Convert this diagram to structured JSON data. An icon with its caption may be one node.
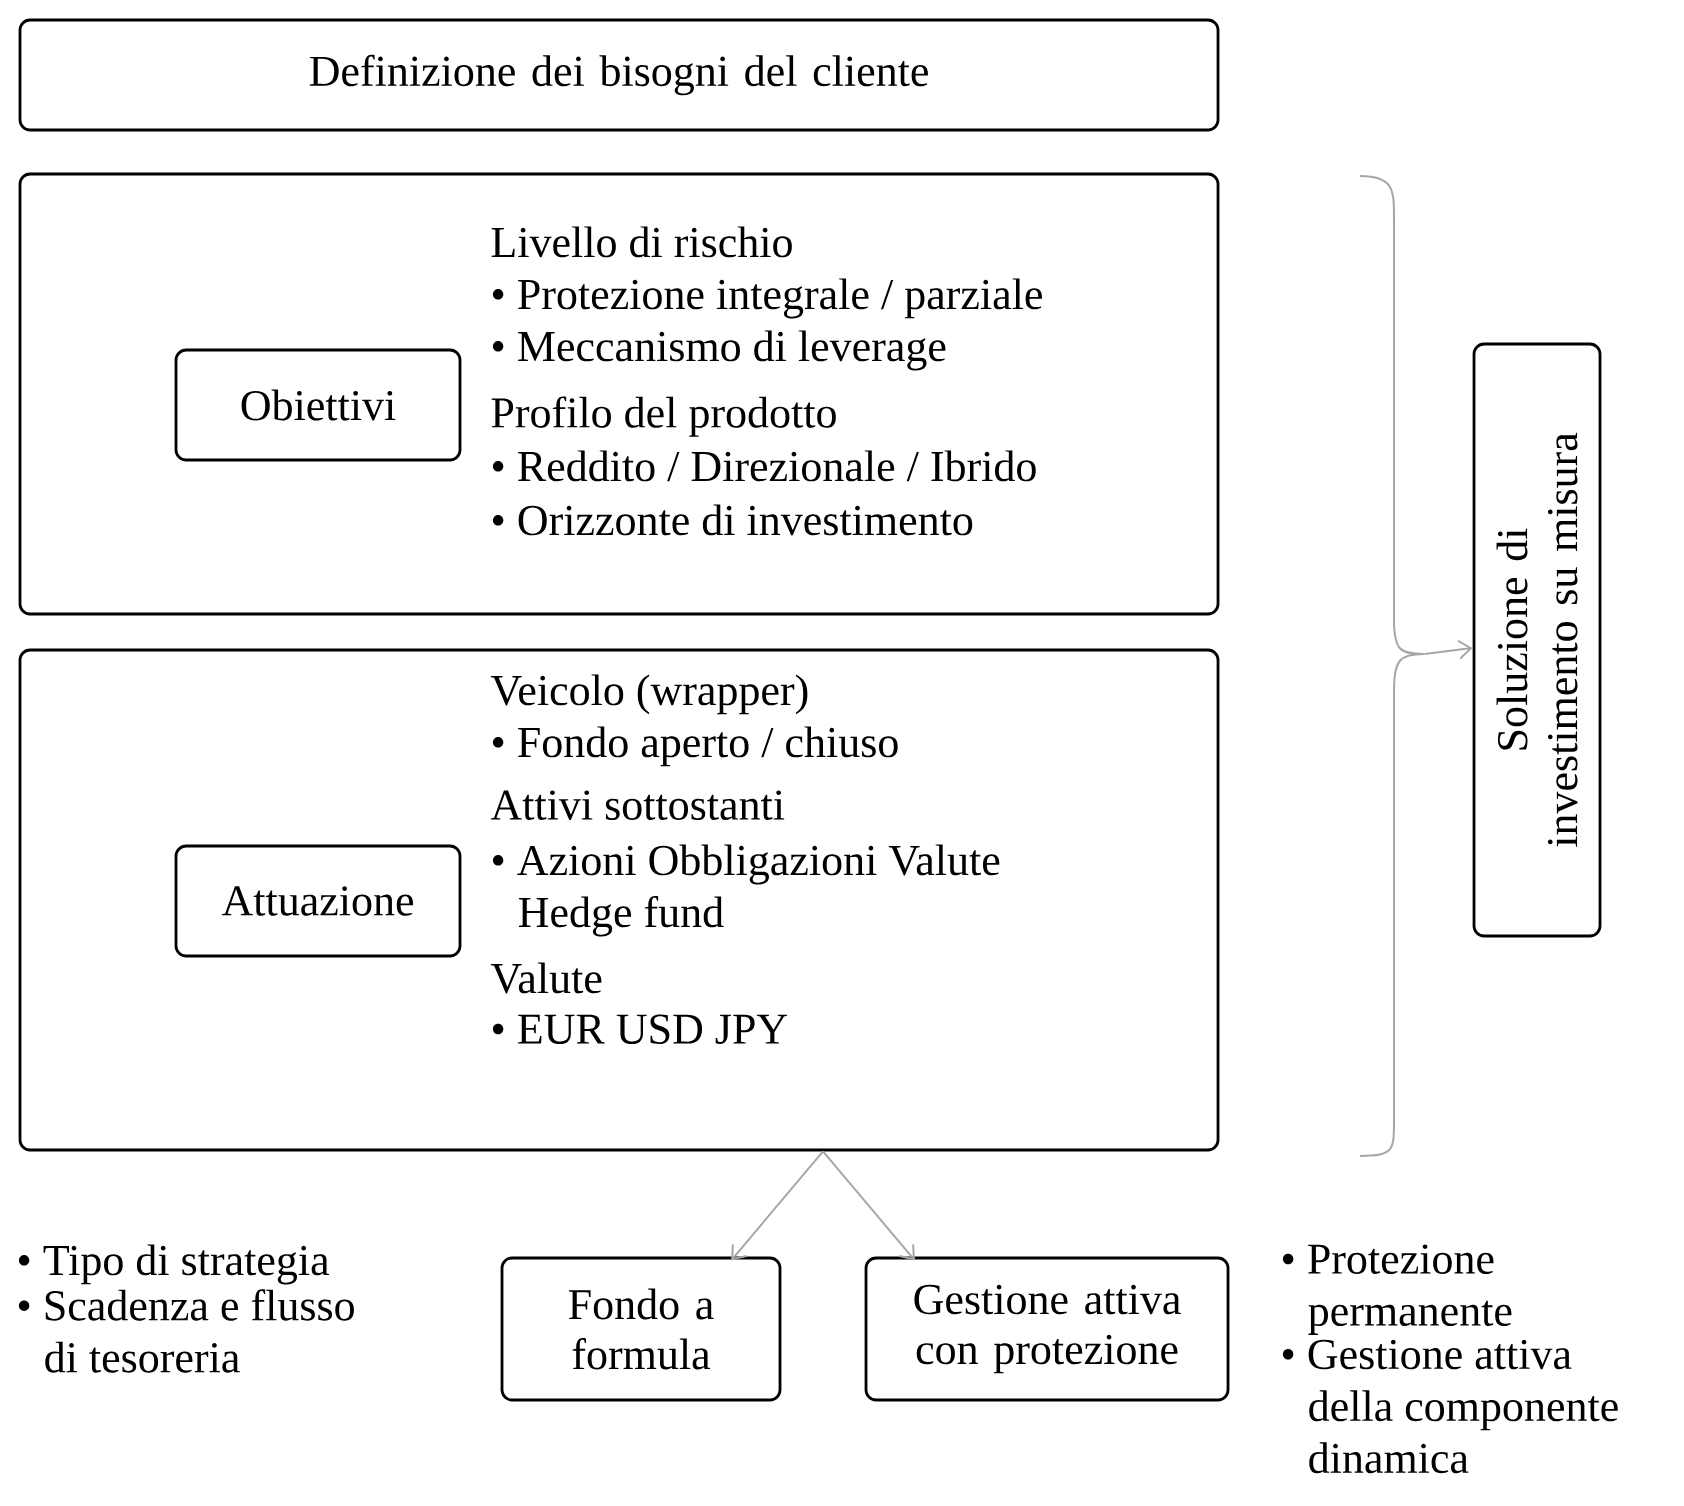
{
  "diagram": {
    "nodes": [
      {
        "text": [
          "Definizione dei bisogni del cliente"
        ]
      },
      {
        "text": [
          "Livello di rischio",
          "• Protezione integrale / parziale",
          "• Meccanismo di leverage",
          "Profilo del prodotto",
          "• Reddito / Direzionale / Ibrido",
          "• Orizzonte di investimento"
        ]
      },
      {
        "text": [
          "Obiettivi"
        ],
        "in": 1
      },
      {
        "text": [
          "Veicolo (wrapper)",
          "• Fondo aperto / chiuso",
          "Attivi sottostanti",
          "• Azioni Obbligazioni Valute Hedge fund",
          "Valute",
          "• EUR USD JPY"
        ]
      },
      {
        "text": [
          "Attuazione"
        ],
        "in": 3
      },
      {
        "text": [
          "Fondo a formula"
        ],
        "beside": [
          "• Tipo di strategia",
          "• Scadenza e flusso di tesoreria"
        ]
      },
      {
        "text": [
          "Gestione attiva con protezione"
        ],
        "beside": [
          "• Protezione permanente",
          "• Gestione attiva della componente dinamica"
        ]
      },
      {
        "text": [
          "Soluzione di investimento su misura"
        ]
      },
      {
        "text": [],
        "shape": "brace"
      }
    ],
    "edges": [
      {
        "from": 3,
        "to": 5,
        "arrow": "to"
      },
      {
        "from": 3,
        "to": 6,
        "arrow": "to"
      },
      {
        "from": 8,
        "to": 7,
        "arrow": "to"
      }
    ]
  }
}
